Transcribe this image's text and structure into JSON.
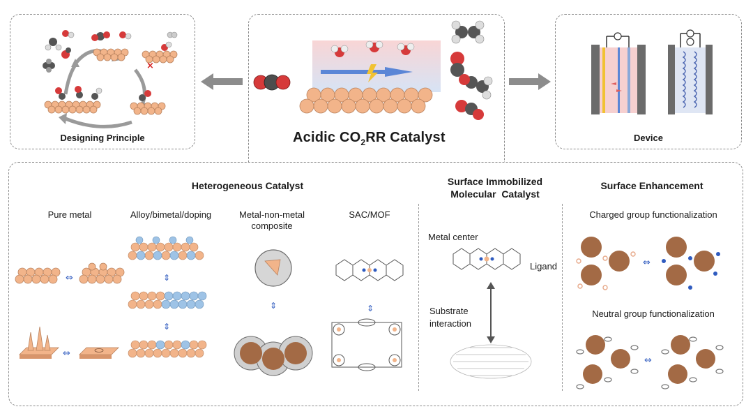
{
  "center": {
    "title_prefix": "Acidic CO",
    "title_sub": "2",
    "title_suffix": "RR Catalyst"
  },
  "left_panel": {
    "label": "Designing Principle"
  },
  "right_panel": {
    "label": "Device"
  },
  "sections": {
    "heterogeneous": {
      "title": "Heterogeneous Catalyst",
      "columns": [
        {
          "label": "Pure metal"
        },
        {
          "label": "Alloy/bimetal/doping"
        },
        {
          "label": "Metal-non-metal composite"
        },
        {
          "label": "SAC/MOF"
        }
      ]
    },
    "immobilized": {
      "title_line1": "Surface Immobilized",
      "title_line2": "Molecular  Catalyst",
      "metal_center": "Metal center",
      "ligand": "Ligand",
      "substrate_line1": "Substrate",
      "substrate_line2": "interaction"
    },
    "enhancement": {
      "title": "Surface Enhancement",
      "charged": "Charged group functionalization",
      "neutral": "Neutral group functionalization"
    }
  },
  "colors": {
    "copper": "#f2b48a",
    "copper_edge": "#b9825e",
    "blue_atom": "#9ec3e6",
    "gray_arrow": "#8c8c8c",
    "oxygen": "#d63a3a",
    "carbon": "#555555"
  }
}
